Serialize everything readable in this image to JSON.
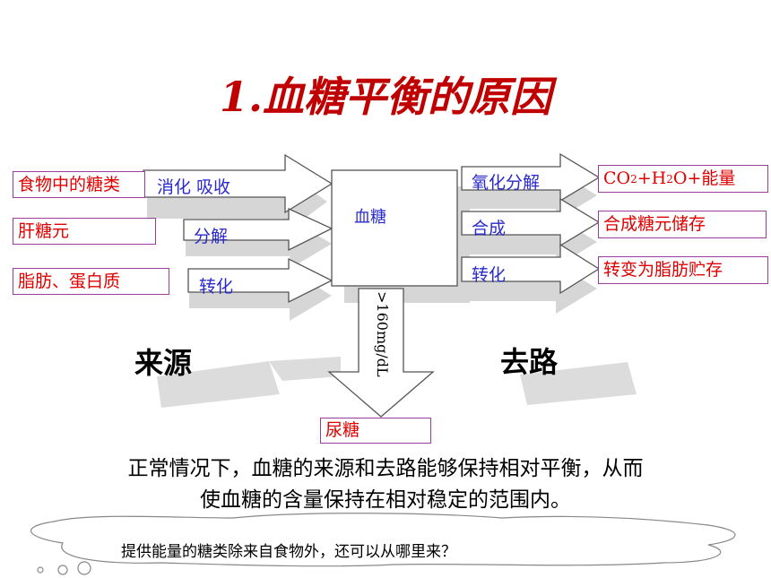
{
  "title": "1.血糖平衡的原因",
  "center": "血糖",
  "sources": {
    "label": "来源",
    "items": [
      {
        "box": "食物中的糖类",
        "arrow": "消化  吸收"
      },
      {
        "box": "肝糖元",
        "arrow": "分解"
      },
      {
        "box": "脂肪、蛋白质",
        "arrow": "转化"
      }
    ]
  },
  "destinations": {
    "label": "去路",
    "items": [
      {
        "arrow": "氧化分解",
        "box_parts": [
          "CO",
          "2",
          "+H",
          "2",
          "O+能量"
        ]
      },
      {
        "arrow": "合成",
        "box": "合成糖元储存"
      },
      {
        "arrow": "转化",
        "box": "转变为脂肪贮存"
      }
    ]
  },
  "threshold": ">160mg/dL",
  "urine": "尿糖",
  "summary": [
    "正常情况下，血糖的来源和去路能够保持相对平衡，从而",
    "使血糖的含量保持在相对稳定的范围内。"
  ],
  "question": "提供能量的糖类除来自食物外，还可以从哪里来？",
  "colors": {
    "title": "#c00000",
    "box_text": "#e00000",
    "arrow_text": "#2a2acc",
    "box_border": "#9b3d9b",
    "shadow": "#d0d0d0"
  }
}
